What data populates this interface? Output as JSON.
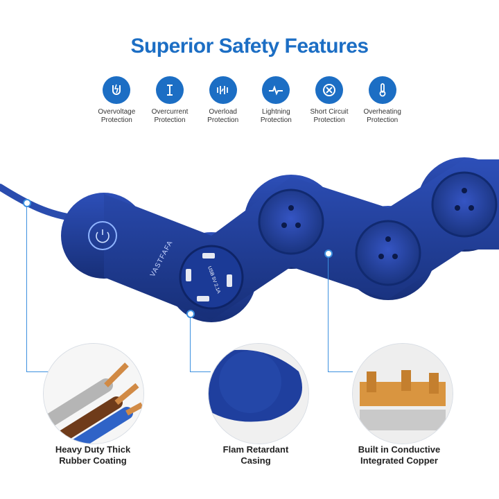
{
  "title": "Superior Safety Features",
  "features": [
    {
      "icon": "overvoltage-icon",
      "label": "Overvoltage\nProtection"
    },
    {
      "icon": "overcurrent-icon",
      "label": "Overcurrent\nProtection"
    },
    {
      "icon": "overload-icon",
      "label": "Overload\nProtection"
    },
    {
      "icon": "lightning-icon",
      "label": "Lightning\nProtection"
    },
    {
      "icon": "short-circuit-icon",
      "label": "Short Circuit\nProtection"
    },
    {
      "icon": "overheating-icon",
      "label": "Overheating\nProtection"
    }
  ],
  "product": {
    "brand": "VASTFAFA",
    "usb_label": "USB 5V 2.1A",
    "color": "#1f3f9e"
  },
  "callouts": [
    {
      "label": "Heavy Duty Thick\nRubber Coating"
    },
    {
      "label": "Flam Retardant\nCasing"
    },
    {
      "label": "Built in Conductive\nIntegrated Copper"
    }
  ],
  "colors": {
    "accent": "#1c6ec4",
    "product_blue": "#1f3f9e"
  }
}
